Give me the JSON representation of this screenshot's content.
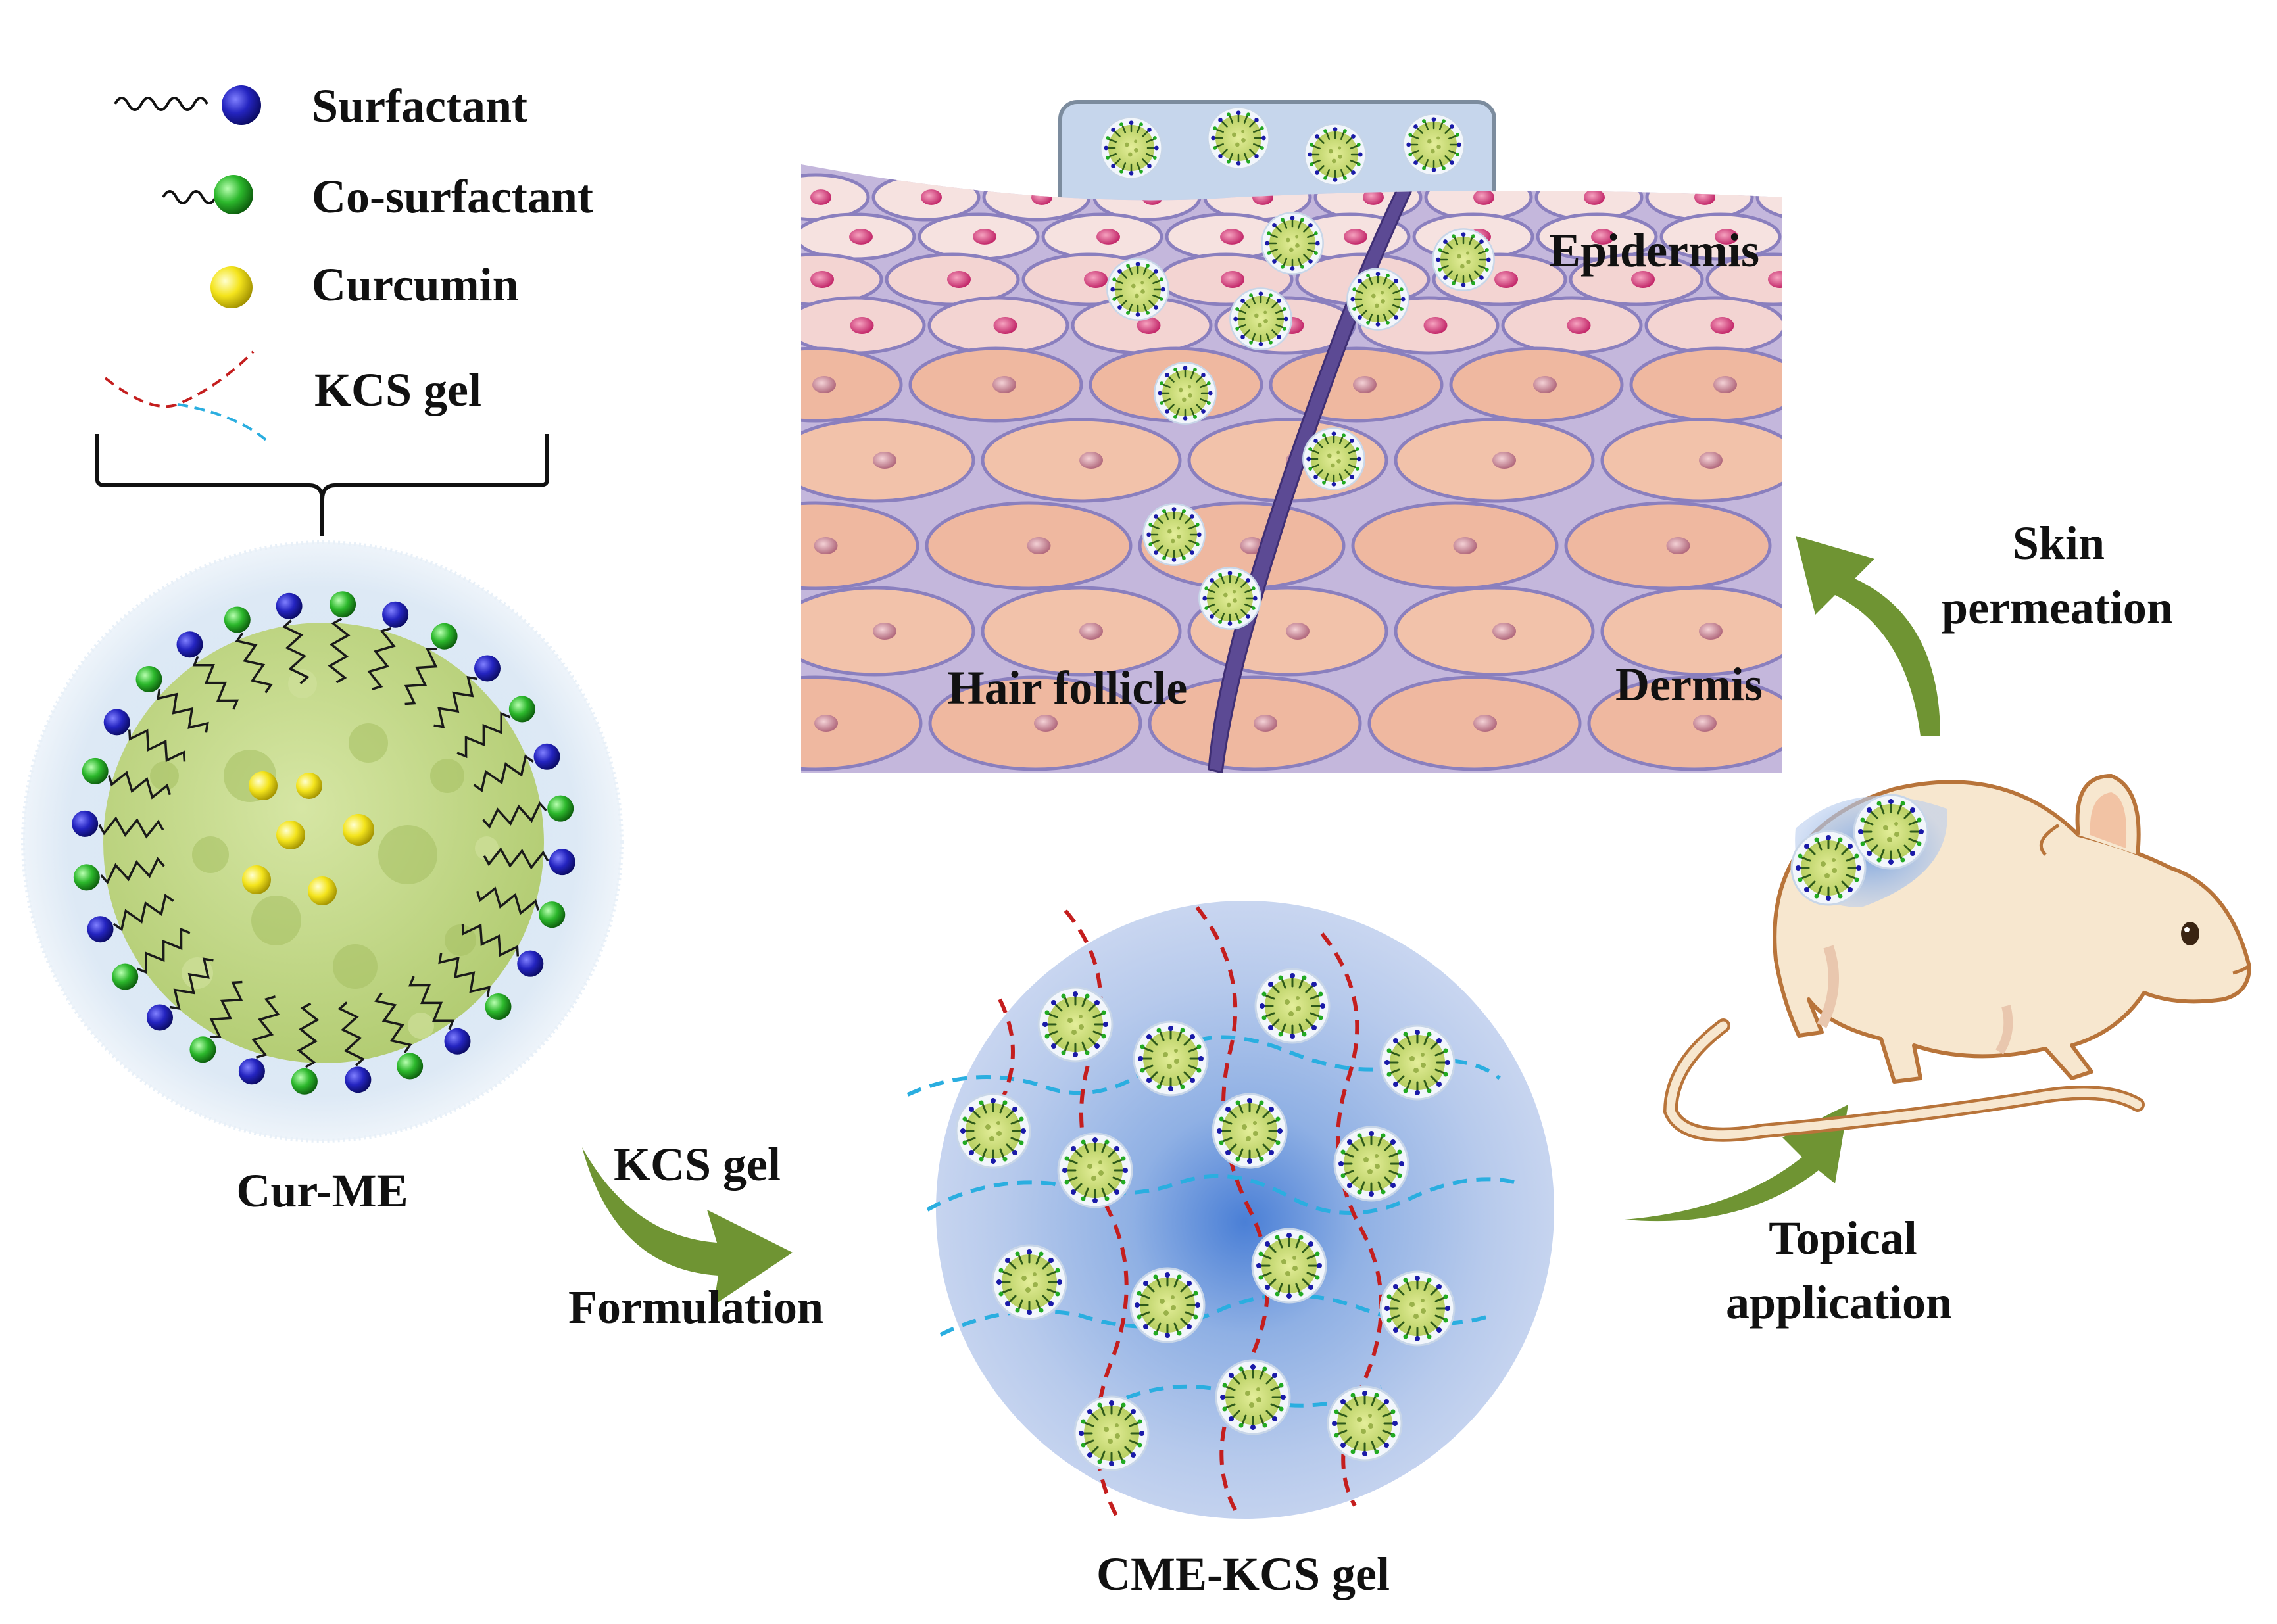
{
  "legend": {
    "surfactant": "Surfactant",
    "cosurfactant": "Co-surfactant",
    "curcumin": "Curcumin",
    "kcs_gel": "KCS gel"
  },
  "labels": {
    "cur_me": "Cur-ME",
    "kcs_gel_step": "KCS gel",
    "formulation": "Formulation",
    "cme_kcs_gel": "CME-KCS gel",
    "topical_1": "Topical",
    "topical_2": "application",
    "skin_1": "Skin",
    "skin_2": "permeation",
    "epidermis": "Epidermis",
    "hair_follicle": "Hair follicle",
    "dermis": "Dermis"
  },
  "colors": {
    "surfactant_head": "#1a1aa8",
    "cosurfactant_head": "#22aa22",
    "curcumin": "#f2e01a",
    "droplet_core": "#c2d98a",
    "gel_red": "#c41e1e",
    "gel_blue": "#2aaee0",
    "arrow_green": "#6f9433",
    "hair": "#5c4a94",
    "epidermis_cell": "#f4dcdc",
    "dermis_cell": "#f1bca4",
    "cell_border": "#8a7fbe",
    "mouse_body": "#f7e7cf",
    "mouse_outline": "#b8743a"
  }
}
